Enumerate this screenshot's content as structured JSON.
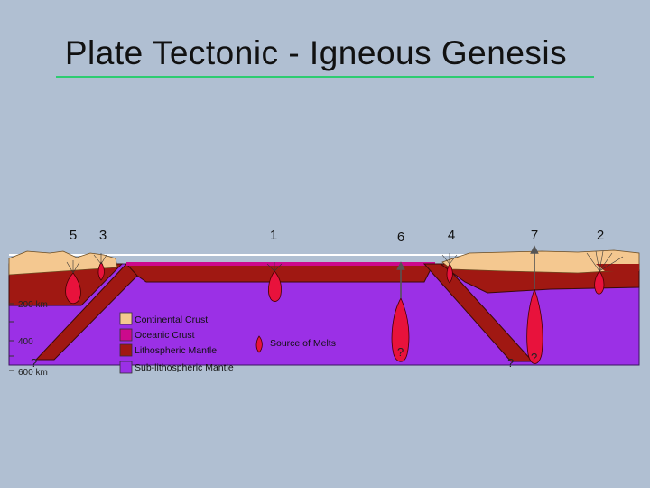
{
  "title": "Plate Tectonic - Igneous Genesis",
  "site_numbers": [
    "5",
    "3",
    "1",
    "6",
    "4",
    "7",
    "2"
  ],
  "depth_labels": [
    "200 km",
    "400",
    "600 km"
  ],
  "unknown_marker": "?",
  "legend": {
    "continental_crust": "Continental Crust",
    "oceanic_crust": "Oceanic Crust",
    "lithospheric_mantle": "Lithospheric Mantle",
    "sub_lithospheric_mantle": "Sub-lithospheric Mantle",
    "source_of_melts": "Source of Melts"
  },
  "colors": {
    "background": "#b0bfd2",
    "continental_crust": "#f4c890",
    "oceanic_crust": "#cc0a8c",
    "lithospheric_mantle": "#a01812",
    "sub_lithospheric_mantle": "#9b30e6",
    "melt": "#e8123c",
    "title_rule": "#2ecc71"
  }
}
